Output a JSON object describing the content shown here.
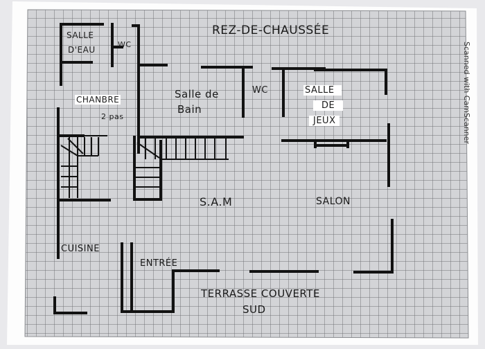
{
  "plan": {
    "title": "REZ-DE-CHAUSSÉE",
    "rooms": {
      "salle_deau_1": "SALLE",
      "salle_deau_2": "D'EAU",
      "wc_top_left": "WC",
      "chambre": "CHANBRE",
      "chambre_note": "2 pas",
      "salle_de_bain_1": "Salle de",
      "salle_de_bain_2": "Bain",
      "wc_middle": "WC",
      "salle_de_jeux_1": "SALLE",
      "salle_de_jeux_2": "DE",
      "salle_de_jeux_3": "JEUX",
      "sam": "S.A.M",
      "salon": "SALON",
      "cuisine": "CUISINE",
      "entree": "ENTRÉE",
      "terrasse_1": "TERRASSE COUVERTE",
      "terrasse_2": "SUD"
    },
    "watermark": "Scanned with CamScanner",
    "colors": {
      "paper": "#ffffff",
      "grid": "#6d6f73",
      "grid_bg": "#cfd0d3",
      "ink": "#121212"
    }
  }
}
